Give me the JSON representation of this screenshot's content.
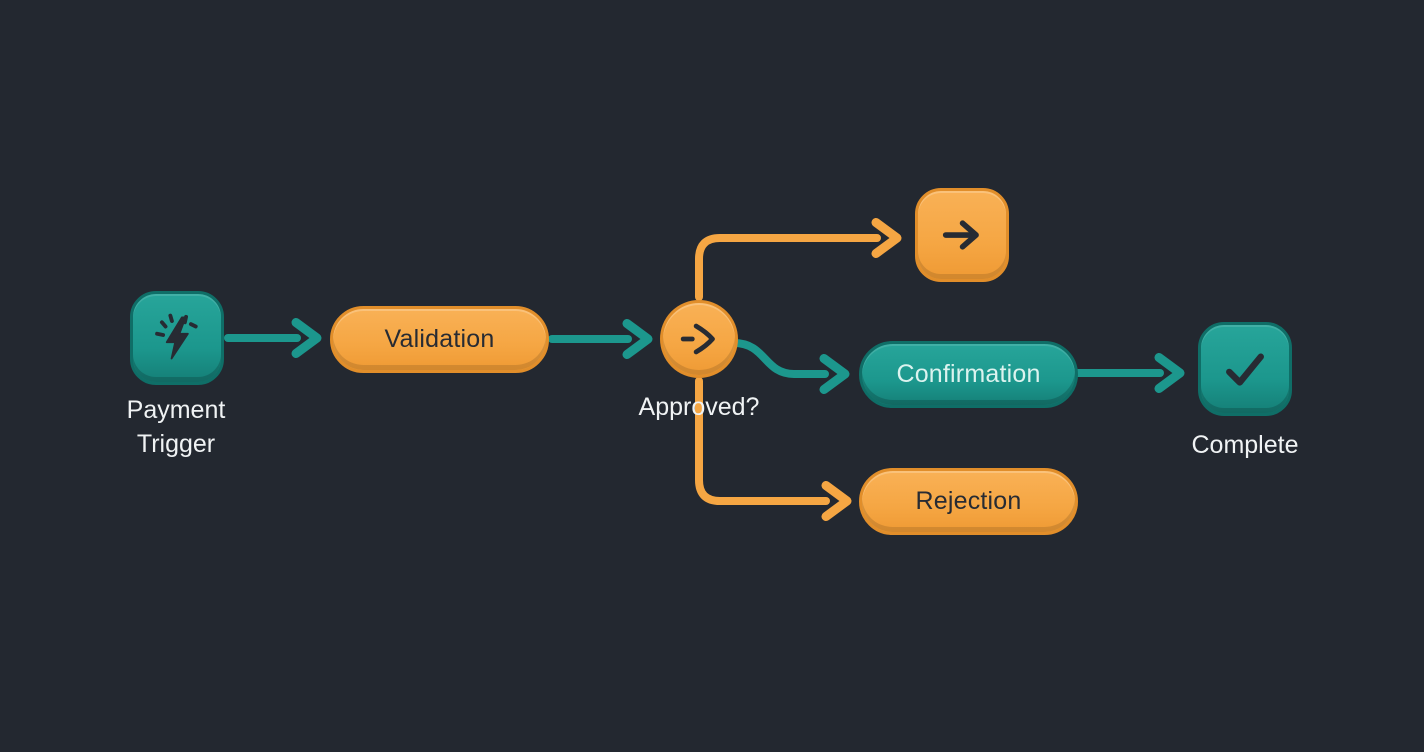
{
  "colors": {
    "background": "#232830",
    "teal": "#1c978d",
    "teal-light": "#27a59a",
    "teal-deep": "#0f6e67",
    "orange": "#f5a643",
    "orange-light": "#f9b156",
    "orange-deep": "#e18e2a",
    "ink": "#272b33",
    "text-light": "#f0f3f4",
    "text-on-teal": "#dcf3ef"
  },
  "nodes": {
    "payment_trigger": {
      "label": "Payment Trigger",
      "icon": "lightning-bolt"
    },
    "validation": {
      "label": "Validation"
    },
    "decision": {
      "label": "Approved?",
      "icon": "merge-arrow"
    },
    "forward": {
      "icon": "arrow-right"
    },
    "confirmation": {
      "label": "Confirmation"
    },
    "complete": {
      "label": "Complete",
      "icon": "checkmark"
    },
    "rejection": {
      "label": "Rejection"
    }
  }
}
